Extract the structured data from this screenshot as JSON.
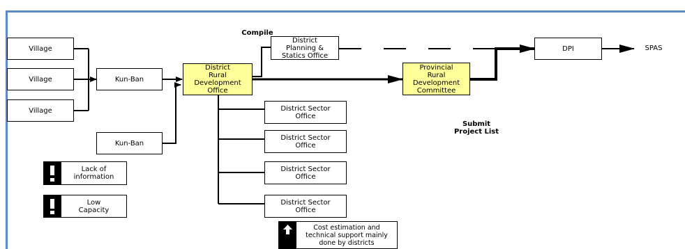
{
  "nodes": {
    "village_1": "Village",
    "village_2": "Village",
    "village_3": "Village",
    "kunban_1": "Kun-Ban",
    "kunban_2": "Kun-Ban",
    "district_rural": "District\nRural\nDevelopment\nOffice",
    "district_planning": "District\nPlanning &\nStatics Office",
    "provincial_rural": "Provincial\nRural\nDevelopment\nCommittee",
    "dpi": "DPI",
    "spas": "SPAS",
    "sector_1": "District Sector\nOffice",
    "sector_2": "District Sector\nOffice",
    "sector_3": "District Sector\nOffice",
    "sector_4": "District Sector\nOffice"
  },
  "labels": {
    "compile": "Compile",
    "submit": "Submit\nProject List"
  },
  "notes": {
    "lack_info": "Lack of\ninformation",
    "low_capacity": "Low\nCapacity",
    "cost_estimation": "Cost estimation and\ntechnical support mainly\ndone by districts"
  },
  "colors": {
    "frame": "#5b8bc4",
    "highlight": "#ffff99"
  }
}
